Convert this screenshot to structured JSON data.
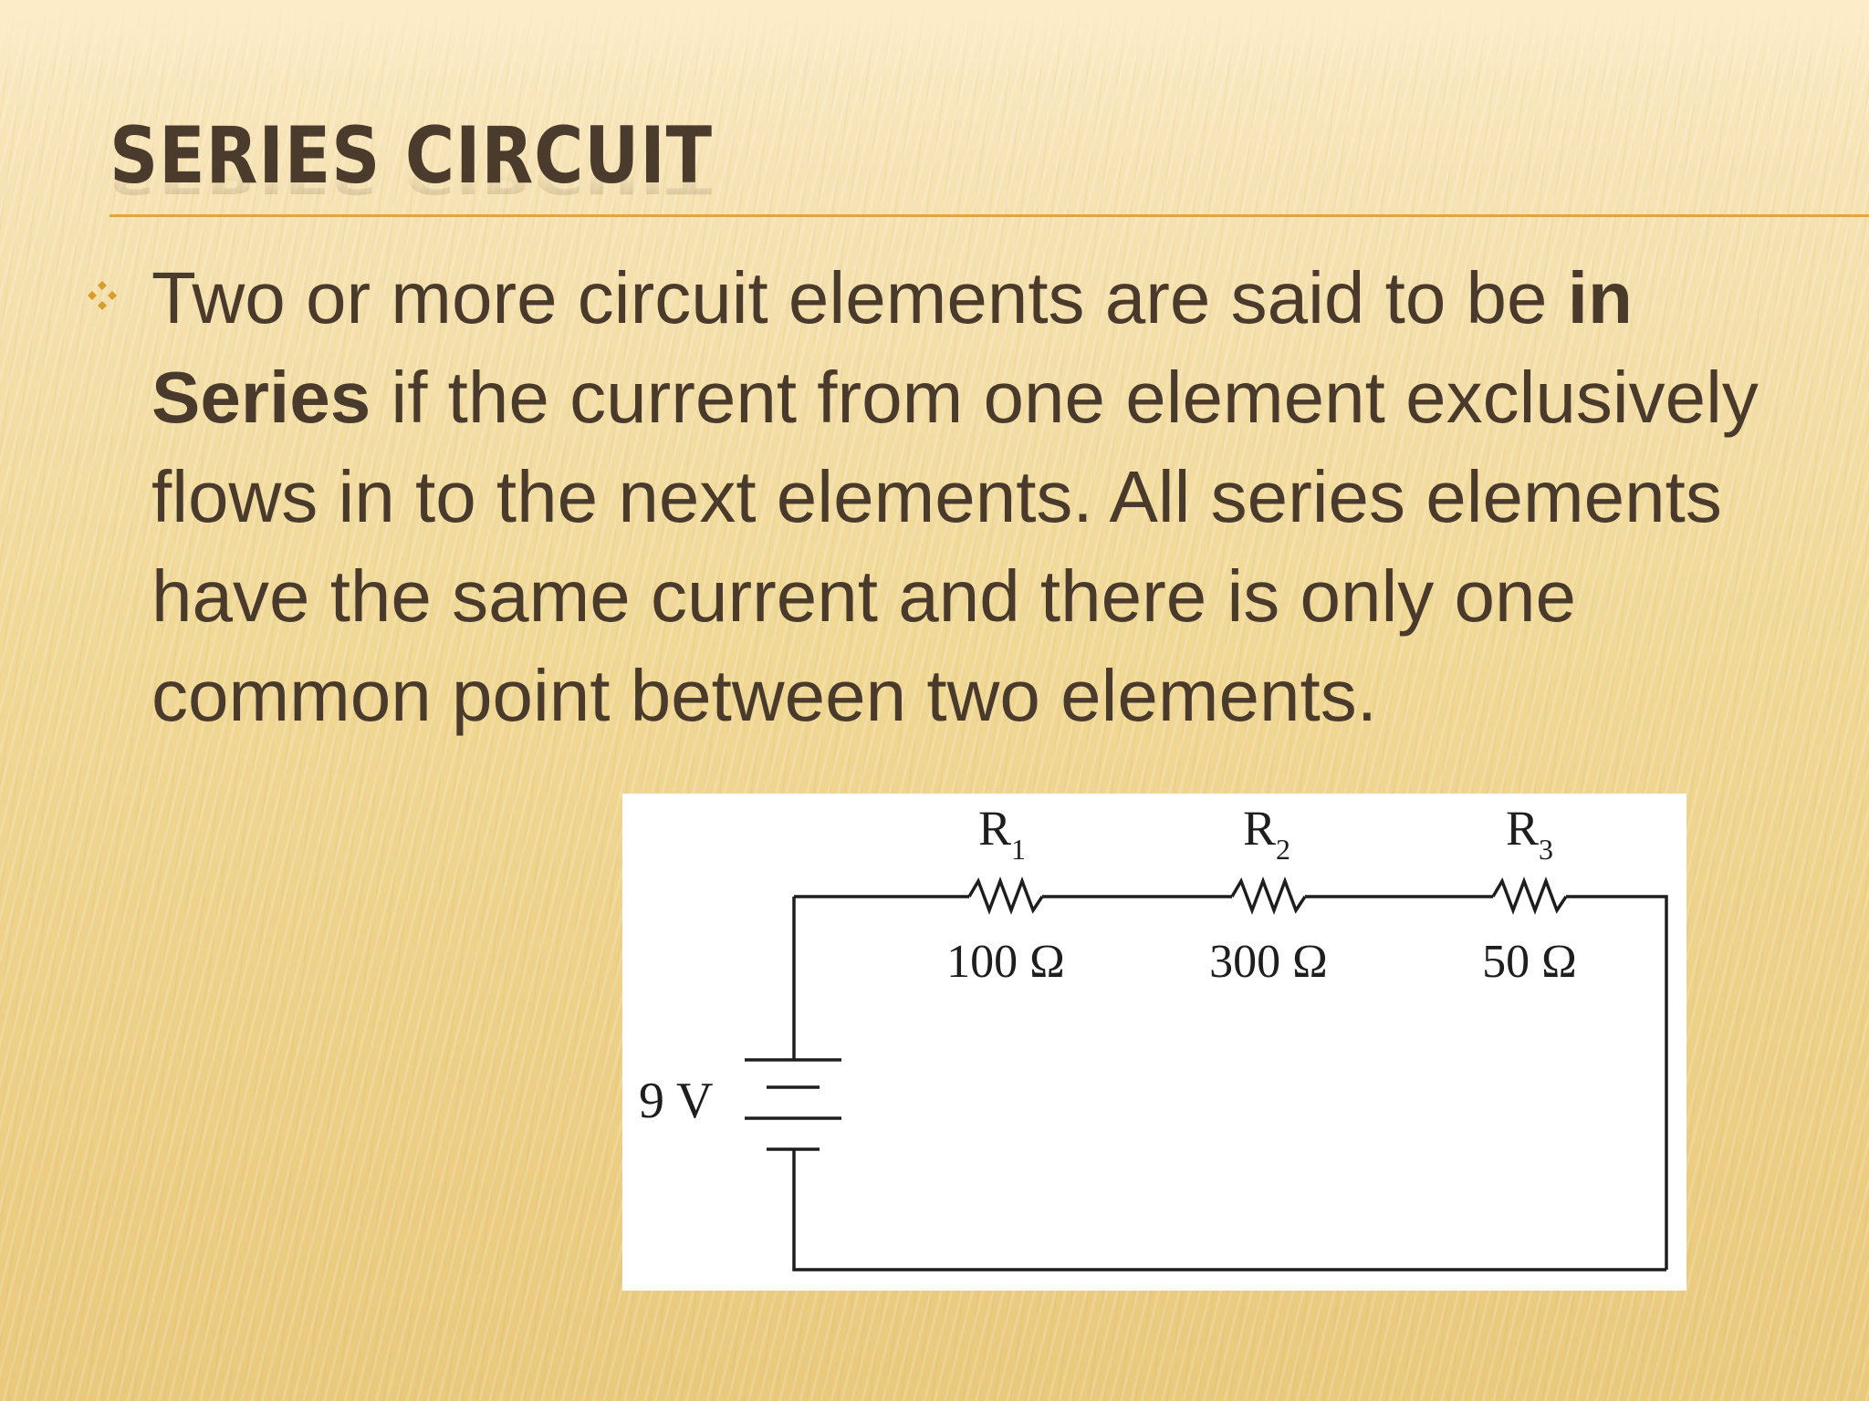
{
  "slide": {
    "title": "SERIES CIRCUIT",
    "bullet_icon": "four-diamond-bullet-icon",
    "bullet": {
      "text_before": "Two or more circuit elements are said to be ",
      "bold": "in Series",
      "text_after": " if the current from one element exclusively flows in to the next elements. All series elements have the same current and there is only one common point between two elements."
    }
  },
  "circuit": {
    "battery_label": "9 V",
    "resistors": [
      {
        "name": "R",
        "subscript": "1",
        "value": "100 Ω"
      },
      {
        "name": "R",
        "subscript": "2",
        "value": "300 Ω"
      },
      {
        "name": "R",
        "subscript": "3",
        "value": "50 Ω"
      }
    ]
  },
  "colors": {
    "title": "#4b3b2c",
    "body_text": "#4a3a2b",
    "accent_rule": "#e2a43c",
    "bullet": "#d79b2f"
  }
}
